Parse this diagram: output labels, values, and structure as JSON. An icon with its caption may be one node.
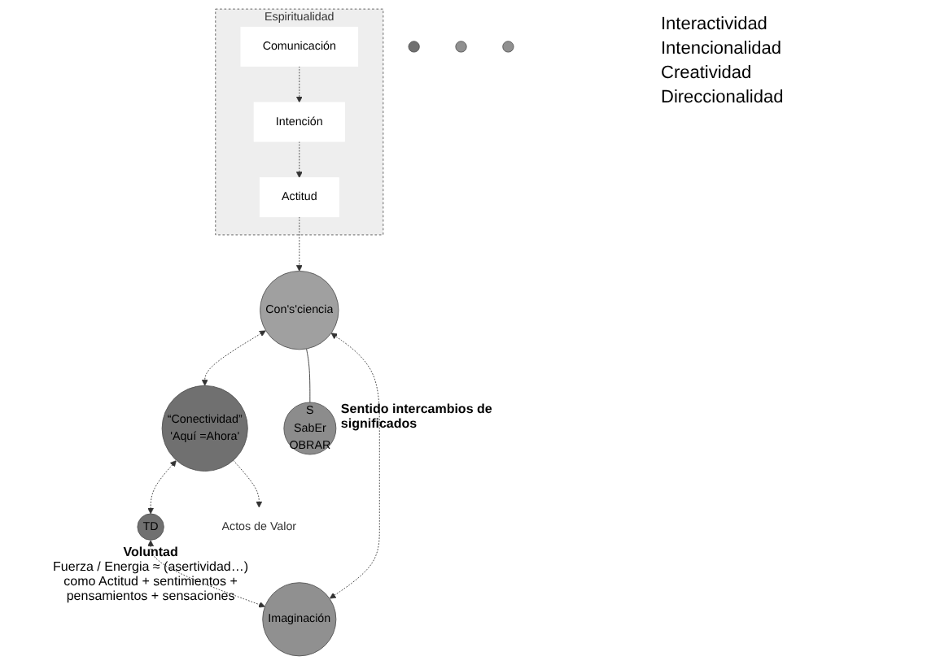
{
  "diagram": {
    "nodes": [
      {
        "text": [
          "Espiritualidad"
        ]
      },
      {
        "text": [
          "Comunicación"
        ],
        "in": 0
      },
      {
        "text": [
          "Intención"
        ],
        "in": 0
      },
      {
        "text": [
          "Actitud"
        ],
        "in": 0
      },
      {
        "text": [
          "Con's'ciencia"
        ]
      },
      {
        "text": [
          "Imaginación"
        ]
      },
      {
        "text": [
          "“Conectividad”",
          "'Aquí =Ahora'"
        ]
      },
      {
        "text": [
          "TD"
        ],
        "beside": [
          "Voluntad",
          "Fuerza / Energia ≈ (asertividad…) como Actitud + sentimientos + pensamientos + sensaciones"
        ]
      },
      {
        "text": [
          "S",
          "SabEr",
          "OBRAR"
        ],
        "beside": [
          "Sentido intercambios de significados"
        ]
      },
      {
        "text": [
          "Actos de Valor"
        ]
      },
      {
        "text": [],
        "shape": "circle"
      },
      {
        "text": [],
        "shape": "circle"
      },
      {
        "text": [],
        "shape": "circle"
      }
    ],
    "edges": [
      {
        "from": 1,
        "to": 2,
        "arrow": "to",
        "style": "dashed"
      },
      {
        "from": 2,
        "to": 3,
        "arrow": "to",
        "style": "dashed"
      },
      {
        "from": 3,
        "to": 4,
        "arrow": "to",
        "style": "dashed"
      },
      {
        "from": 4,
        "to": 6,
        "arrow": "both",
        "style": "dashed"
      },
      {
        "from": 6,
        "to": 7,
        "arrow": "both",
        "style": "dashed"
      },
      {
        "from": 7,
        "to": 5,
        "arrow": "both",
        "style": "dashed"
      },
      {
        "from": 5,
        "to": 4,
        "arrow": "both",
        "style": "dashed"
      },
      {
        "from": 4,
        "to": 8,
        "arrow": "none"
      },
      {
        "from": 6,
        "to": 9,
        "arrow": "to",
        "style": "dashed"
      }
    ],
    "labels": [
      "Interactividad",
      "Intencionalidad",
      "Creatividad",
      "Direccionalidad"
    ]
  }
}
